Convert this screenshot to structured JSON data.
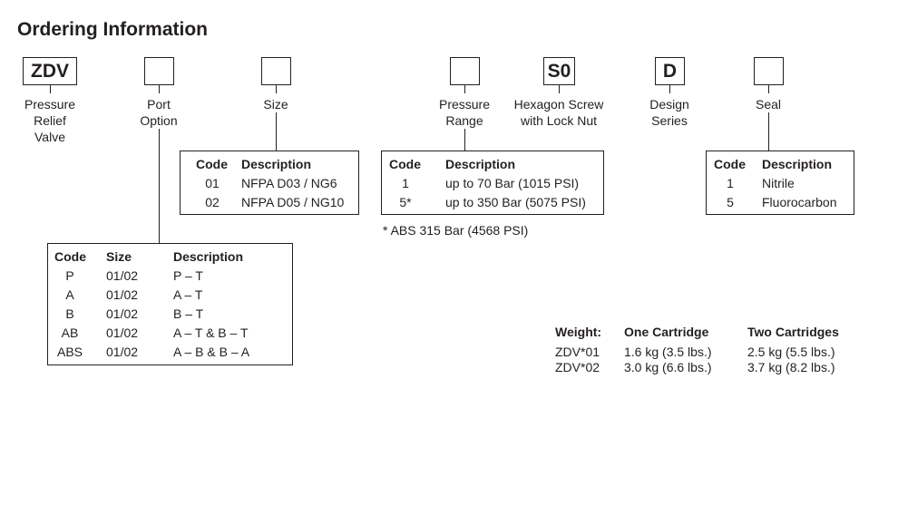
{
  "title": "Ordering Information",
  "codes": {
    "zdv": {
      "code": "ZDV",
      "label": "Pressure\nRelief\nValve"
    },
    "port": {
      "code": "",
      "label": "Port\nOption"
    },
    "size": {
      "code": "",
      "label": "Size"
    },
    "pressure": {
      "code": "",
      "label": "Pressure\nRange"
    },
    "screw": {
      "code": "S0",
      "label": "Hexagon Screw\nwith Lock Nut"
    },
    "design": {
      "code": "D",
      "label": "Design\nSeries"
    },
    "seal": {
      "code": "",
      "label": "Seal"
    }
  },
  "size_table": {
    "headers": [
      "Code",
      "Description"
    ],
    "rows": [
      [
        "01",
        "NFPA D03 / NG6"
      ],
      [
        "02",
        "NFPA D05 / NG10"
      ]
    ]
  },
  "pressure_table": {
    "headers": [
      "Code",
      "Description"
    ],
    "rows": [
      [
        "1",
        "up to 70 Bar (1015 PSI)"
      ],
      [
        "5*",
        "up to 350 Bar (5075 PSI)"
      ]
    ],
    "footnote": "*  ABS 315 Bar (4568 PSI)"
  },
  "seal_table": {
    "headers": [
      "Code",
      "Description"
    ],
    "rows": [
      [
        "1",
        "Nitrile"
      ],
      [
        "5",
        "Fluorocarbon"
      ]
    ]
  },
  "port_table": {
    "headers": [
      "Code",
      "Size",
      "Description"
    ],
    "rows": [
      [
        "P",
        "01/02",
        "P – T"
      ],
      [
        "A",
        "01/02",
        "A – T"
      ],
      [
        "B",
        "01/02",
        "B – T"
      ],
      [
        "AB",
        "01/02",
        "A – T & B – T"
      ],
      [
        "ABS",
        "01/02",
        "A – B & B – A"
      ]
    ]
  },
  "weight": {
    "headers": [
      "Weight:",
      "One Cartridge",
      "Two Cartridges"
    ],
    "rows": [
      [
        "ZDV*01",
        "1.6 kg (3.5 lbs.)",
        "2.5 kg (5.5 lbs.)"
      ],
      [
        "ZDV*02",
        "3.0 kg (6.6 lbs.)",
        "3.7 kg (8.2 lbs.)"
      ]
    ]
  }
}
